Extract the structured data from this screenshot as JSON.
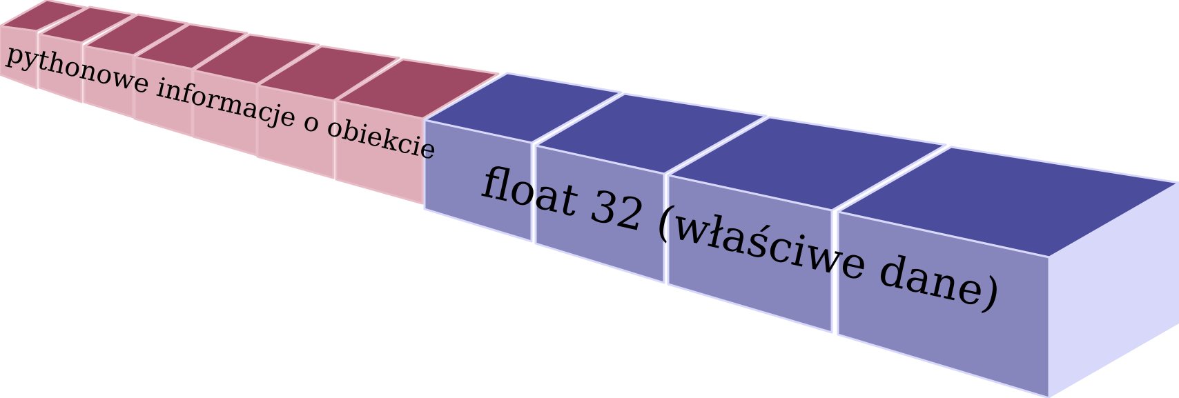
{
  "diagram": {
    "title": "Python float object memory layout",
    "groups": [
      {
        "id": "header",
        "label": "pythonowe informacje o obiekcie",
        "block_count": 7,
        "colors": {
          "top": "#9e4a64",
          "front": "#deadb7",
          "seam": "#e8bcc6"
        }
      },
      {
        "id": "payload",
        "label": "float 32 (właściwe dane)",
        "block_count": 4,
        "colors": {
          "top": "#4b4c9c",
          "front": "#8686bd",
          "side": "#d8d8fb",
          "seam": "#d8d8fb"
        }
      }
    ]
  }
}
